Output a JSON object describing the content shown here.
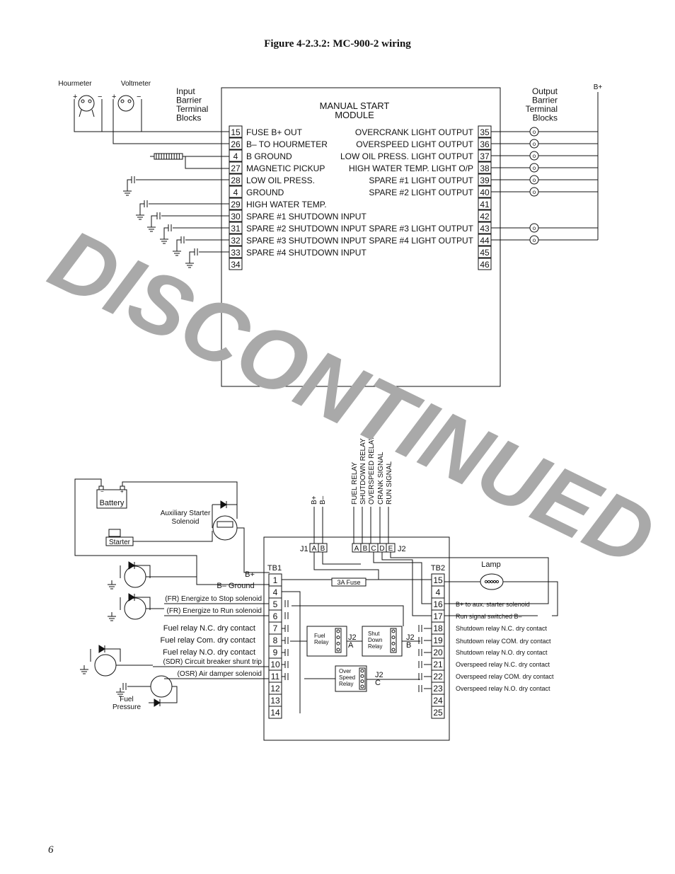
{
  "figure_title": "Figure 4-2.3.2: MC-900-2 wiring",
  "page_number": "6",
  "watermark": "DISCONTINUED",
  "top": {
    "hourmeter": "Hourmeter",
    "voltmeter": "Voltmeter",
    "plus": "+",
    "minus": "−",
    "input_label": [
      "Input",
      "Barrier",
      "Terminal",
      "Blocks"
    ],
    "output_label": [
      "Output",
      "Barrier",
      "Terminal",
      "Blocks"
    ],
    "b_plus": "B+",
    "module_title": [
      "MANUAL START",
      "MODULE"
    ],
    "left_terminals": [
      {
        "num": "15",
        "label": "FUSE B+ OUT"
      },
      {
        "num": "26",
        "label": "B– TO HOURMETER"
      },
      {
        "num": "4",
        "label": "B GROUND"
      },
      {
        "num": "27",
        "label": "MAGNETIC PICKUP"
      },
      {
        "num": "28",
        "label": "LOW OIL PRESS."
      },
      {
        "num": "4",
        "label": "GROUND"
      },
      {
        "num": "29",
        "label": "HIGH WATER TEMP."
      },
      {
        "num": "30",
        "label": "SPARE #1 SHUTDOWN INPUT"
      },
      {
        "num": "31",
        "label": "SPARE #2 SHUTDOWN INPUT"
      },
      {
        "num": "32",
        "label": "SPARE #3 SHUTDOWN INPUT"
      },
      {
        "num": "33",
        "label": "SPARE #4 SHUTDOWN INPUT"
      },
      {
        "num": "34",
        "label": ""
      }
    ],
    "right_terminals": [
      {
        "num": "35",
        "label": "OVERCRANK LIGHT OUTPUT"
      },
      {
        "num": "36",
        "label": "OVERSPEED LIGHT OUTPUT"
      },
      {
        "num": "37",
        "label": "LOW OIL PRESS. LIGHT OUTPUT"
      },
      {
        "num": "38",
        "label": "HIGH WATER TEMP. LIGHT O/P"
      },
      {
        "num": "39",
        "label": "SPARE #1 LIGHT OUTPUT"
      },
      {
        "num": "40",
        "label": "SPARE #2 LIGHT OUTPUT"
      },
      {
        "num": "41",
        "label": ""
      },
      {
        "num": "42",
        "label": ""
      },
      {
        "num": "43",
        "label": "SPARE #3 LIGHT OUTPUT"
      },
      {
        "num": "44",
        "label": "SPARE #4 LIGHT OUTPUT"
      },
      {
        "num": "45",
        "label": ""
      },
      {
        "num": "46",
        "label": ""
      }
    ]
  },
  "bottom": {
    "battery": "Battery",
    "aux_starter": [
      "Auxiliary Starter",
      "Solenoid"
    ],
    "starter": "Starter",
    "vertical_b_plus": "B+",
    "vertical_b_minus": "B–",
    "signals": [
      "FUEL RELAY",
      "SHUTDOWN RELAY",
      "OVERSPEED RELAY",
      "CRANK SIGNAL",
      "RUN SIGNAL"
    ],
    "j1": "J1",
    "j1_pins": [
      "A",
      "B"
    ],
    "j2": "J2",
    "j2_pins": [
      "A",
      "B",
      "C",
      "D",
      "E"
    ],
    "tb1": "TB1",
    "tb2": "TB2",
    "lamp": "Lamp",
    "fuse": "3A Fuse",
    "b_plus": "B+",
    "b_minus_ground": "B– Ground",
    "tb1_terminals": [
      "1",
      "4",
      "5",
      "6",
      "7",
      "8",
      "9",
      "10",
      "11",
      "12",
      "13",
      "14"
    ],
    "tb2_terminals": [
      "15",
      "4",
      "16",
      "17",
      "18",
      "19",
      "20",
      "21",
      "22",
      "23",
      "24",
      "25"
    ],
    "left_labels": [
      "(FR) Energize to Stop solenoid",
      "(FR) Energize to Run solenoid",
      "Fuel relay N.C. dry contact",
      "Fuel relay Com. dry contact",
      "Fuel relay N.O. dry contact",
      "(SDR) Circuit breaker shunt trip",
      "(OSR) Air damper solenoid"
    ],
    "right_labels": [
      "B+ to aux. starter solenoid",
      "Run signal switched B–",
      "Shutdown relay N.C. dry contact",
      "Shutdown relay COM. dry contact",
      "Shutdown relay N.O. dry contact",
      "Overspeed relay N.C. dry contact",
      "Overspeed relay COM. dry contact",
      "Overspeed relay N.O. dry contact"
    ],
    "fuel_relay": [
      "Fuel",
      "Relay"
    ],
    "shut_down_relay": [
      "Shut",
      "Down",
      "Relay"
    ],
    "over_speed_relay": [
      "Over",
      "Speed",
      "Relay"
    ],
    "j2a": [
      "J2",
      "A"
    ],
    "j2b": [
      "J2",
      "B"
    ],
    "j2c": [
      "J2",
      "C"
    ],
    "fuel_pressure": [
      "Fuel",
      "Pressure"
    ]
  }
}
